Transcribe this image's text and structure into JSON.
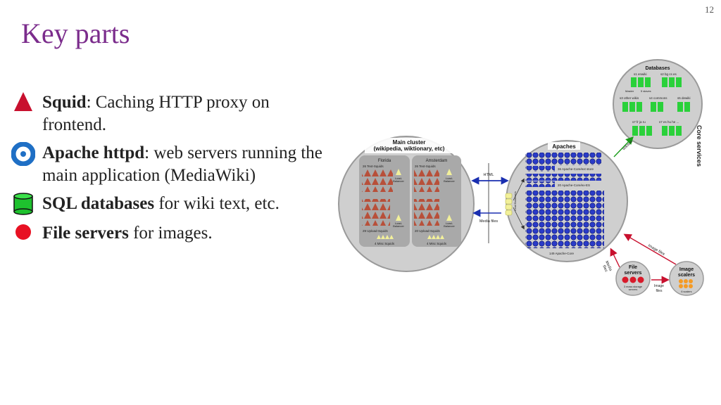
{
  "slide_number": "12",
  "title": "Key parts",
  "bullets": [
    {
      "term": "Squid",
      "rest": ": Caching HTTP proxy on frontend.",
      "icon": "red-triangle-icon"
    },
    {
      "term": "Apache httpd",
      "rest": ": web servers running the main application (MediaWiki)",
      "icon": "blue-ring-icon"
    },
    {
      "term": "SQL databases",
      "rest": " for wiki text, etc.",
      "icon": "green-cylinder-icon"
    },
    {
      "term": "File servers",
      "rest": " for images.",
      "icon": "red-dot-icon"
    }
  ],
  "diagram": {
    "main_cluster": {
      "title_line1": "Main cluster",
      "title_line2": "(wikipedia, wiktionary, etc)"
    },
    "florida": {
      "name": "Florida",
      "text_squids": "26 Text-Squids",
      "upload_squids": "29 Upload-Squids",
      "lb1": "Load-",
      "lb2": "Balancer",
      "misc": "4  Misc Squids"
    },
    "amsterdam": {
      "name": "Amsterdam",
      "text_squids": "26 Text-Squids",
      "upload_squids": "20 Upload-Squids",
      "lb1": "Load-",
      "lb2": "Balancer",
      "misc": "4  Misc Squids"
    },
    "arrows": {
      "html": "HTML",
      "media": "Media files",
      "wikitext": "Wikitext",
      "image_files": "Image files",
      "media_files_line1": "Media",
      "media_files_line2": "files",
      "image_line1": "Image",
      "image_line2": "files"
    },
    "apaches": {
      "title": "Apaches",
      "ext_store": "36 Apache-Core/ext store",
      "es": "20 Apache-Core/ex-ES",
      "core": "149 Apache-Core",
      "load_balancers": "Load Balancers"
    },
    "databases": {
      "title": "Databases",
      "s1": "s1  enwiki",
      "s2": "s2  bg  cs  es",
      "master": "Master",
      "slaves": "5 slaves",
      "s3": "s3  other wikis",
      "s4": "s4  commons",
      "s5": "s5  dewiki",
      "s7": "s7  fr  ja  ru",
      "s7b": "s7  es  hu  he ..."
    },
    "core_services": "Core services",
    "file_servers": {
      "title_line1": "File",
      "title_line2": "servers",
      "caption_line1": "3 mass storage",
      "caption_line2": "servers"
    },
    "image_scalers": {
      "title_line1": "Image",
      "title_line2": "scalers",
      "caption": "6 scalers"
    }
  }
}
